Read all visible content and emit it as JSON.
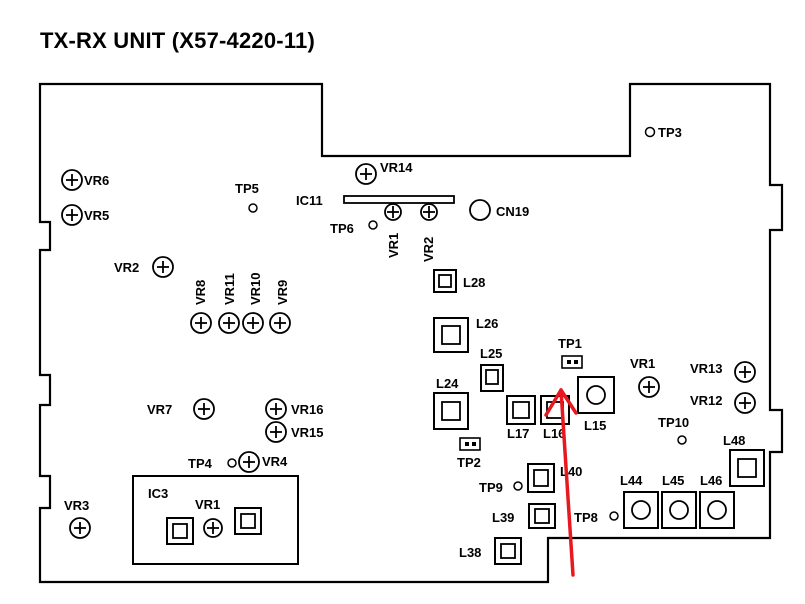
{
  "title": "TX-RX UNIT (X57-4220-11)",
  "labels": {
    "tp3": "TP3",
    "vr14": "VR14",
    "vr6": "VR6",
    "vr5": "VR5",
    "tp5": "TP5",
    "ic11": "IC11",
    "cn19": "CN19",
    "tp6": "TP6",
    "vr1_top": "VR1",
    "vr2_top": "VR2",
    "vr2": "VR2",
    "vr8": "VR8",
    "vr11": "VR11",
    "vr10": "VR10",
    "vr9": "VR9",
    "l28": "L28",
    "l26": "L26",
    "tp1": "TP1",
    "l25": "L25",
    "vr1_right": "VR1",
    "vr13": "VR13",
    "vr12": "VR12",
    "l24": "L24",
    "l17": "L17",
    "l16": "L16",
    "l15": "L15",
    "tp10": "TP10",
    "l48": "L48",
    "vr7": "VR7",
    "vr16": "VR16",
    "vr15": "VR15",
    "tp2": "TP2",
    "tp4": "TP4",
    "vr4": "VR4",
    "tp9": "TP9",
    "l40": "L40",
    "l44": "L44",
    "l45": "L45",
    "l46": "L46",
    "vr3": "VR3",
    "ic3": "IC3",
    "vr1_ic3": "VR1",
    "l39": "L39",
    "tp8": "TP8",
    "l38": "L38"
  },
  "colors": {
    "ink": "#000000",
    "arrow": "#e8191e",
    "background": "#ffffff"
  }
}
